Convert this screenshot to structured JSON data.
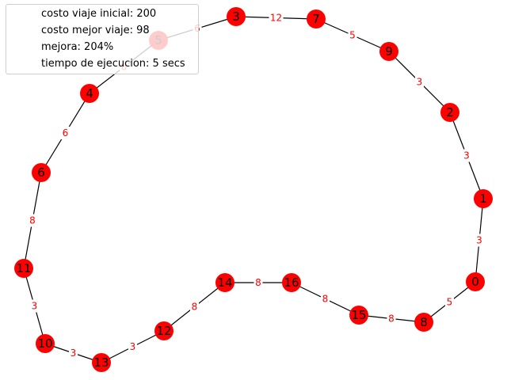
{
  "legend": {
    "lines": [
      "costo viaje inicial: 200",
      "costo mejor viaje: 98",
      "mejora: 204%",
      "tiempo de ejecucion: 5 secs"
    ]
  },
  "graph": {
    "node_color": "#ff0000",
    "edge_label_color": "#ff0000",
    "nodes": [
      "0",
      "1",
      "2",
      "3",
      "4",
      "5",
      "6",
      "7",
      "8",
      "9",
      "10",
      "11",
      "12",
      "13",
      "14",
      "15",
      "16"
    ],
    "edges": [
      {
        "from": "0",
        "to": "1",
        "weight": "3"
      },
      {
        "from": "1",
        "to": "2",
        "weight": "3"
      },
      {
        "from": "2",
        "to": "9",
        "weight": "3"
      },
      {
        "from": "9",
        "to": "7",
        "weight": "5"
      },
      {
        "from": "7",
        "to": "3",
        "weight": "12"
      },
      {
        "from": "3",
        "to": "5",
        "weight": "6"
      },
      {
        "from": "5",
        "to": "4",
        "weight": "6"
      },
      {
        "from": "4",
        "to": "6",
        "weight": "6"
      },
      {
        "from": "6",
        "to": "11",
        "weight": "8"
      },
      {
        "from": "11",
        "to": "10",
        "weight": "3"
      },
      {
        "from": "10",
        "to": "13",
        "weight": "3"
      },
      {
        "from": "13",
        "to": "12",
        "weight": "3"
      },
      {
        "from": "12",
        "to": "14",
        "weight": "8"
      },
      {
        "from": "14",
        "to": "16",
        "weight": "8"
      },
      {
        "from": "16",
        "to": "15",
        "weight": "8"
      },
      {
        "from": "15",
        "to": "8",
        "weight": "8"
      },
      {
        "from": "8",
        "to": "0",
        "weight": "5"
      }
    ]
  }
}
